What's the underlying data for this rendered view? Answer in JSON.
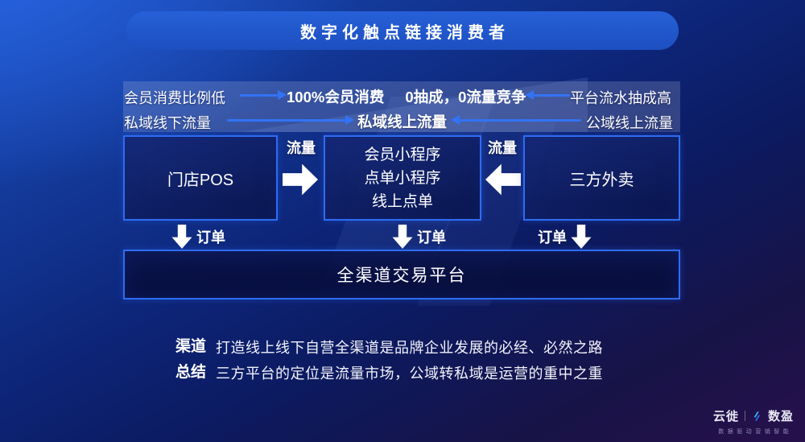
{
  "title": "数字化触点链接消费者",
  "flow_rows": {
    "row1_left": "会员消费比例低",
    "row1_center_a": "100%会员消费",
    "row1_center_b": "0抽成，0流量竞争",
    "row1_right": "平台流水抽成高",
    "row2_left": "私域线下流量",
    "row2_center": "私域线上流量",
    "row2_right": "公域线上流量"
  },
  "boxes": {
    "left": "门店POS",
    "middle_lines": [
      "会员小程序",
      "点单小程序",
      "线上点单"
    ],
    "right": "三方外卖",
    "platform": "全渠道交易平台"
  },
  "labels": {
    "traffic": "流量",
    "order": "订单"
  },
  "summary": {
    "label_top": "渠道",
    "label_bottom": "总结",
    "line1": "打造线上线下自营全渠道是品牌企业发展的必经、必然之路",
    "line2": "三方平台的定位是流量市场，公域转私域是运营的重中之重"
  },
  "logo": {
    "brand_left": "云徙",
    "brand_right": "数盈",
    "tagline": "数据驱动营销智能"
  },
  "colors": {
    "accent_border": "#2e6cf2",
    "arrow_blue": "#3273f5",
    "pill_bg": "#2157c9",
    "text_white": "#ffffff"
  }
}
